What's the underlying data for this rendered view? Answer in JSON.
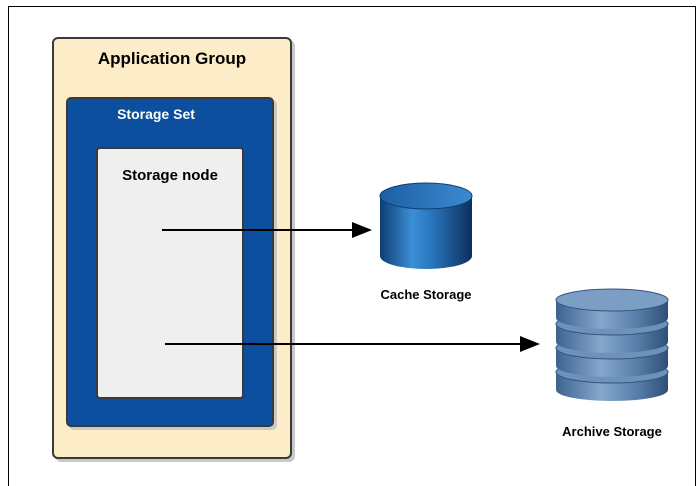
{
  "application_group": {
    "title": "Application Group"
  },
  "storage_set": {
    "title": "Storage Set"
  },
  "storage_node": {
    "title": "Storage node"
  },
  "cache_storage": {
    "label": "Cache Storage",
    "icon": "cylinder-database-icon"
  },
  "archive_storage": {
    "label": "Archive Storage",
    "icon": "stacked-database-icon"
  },
  "colors": {
    "application_group_fill": "#fdecc8",
    "storage_set_fill": "#0b4f9e",
    "storage_node_fill": "#efefef",
    "cache_storage": "#1f6fb5",
    "archive_storage": "#5b82ad"
  }
}
